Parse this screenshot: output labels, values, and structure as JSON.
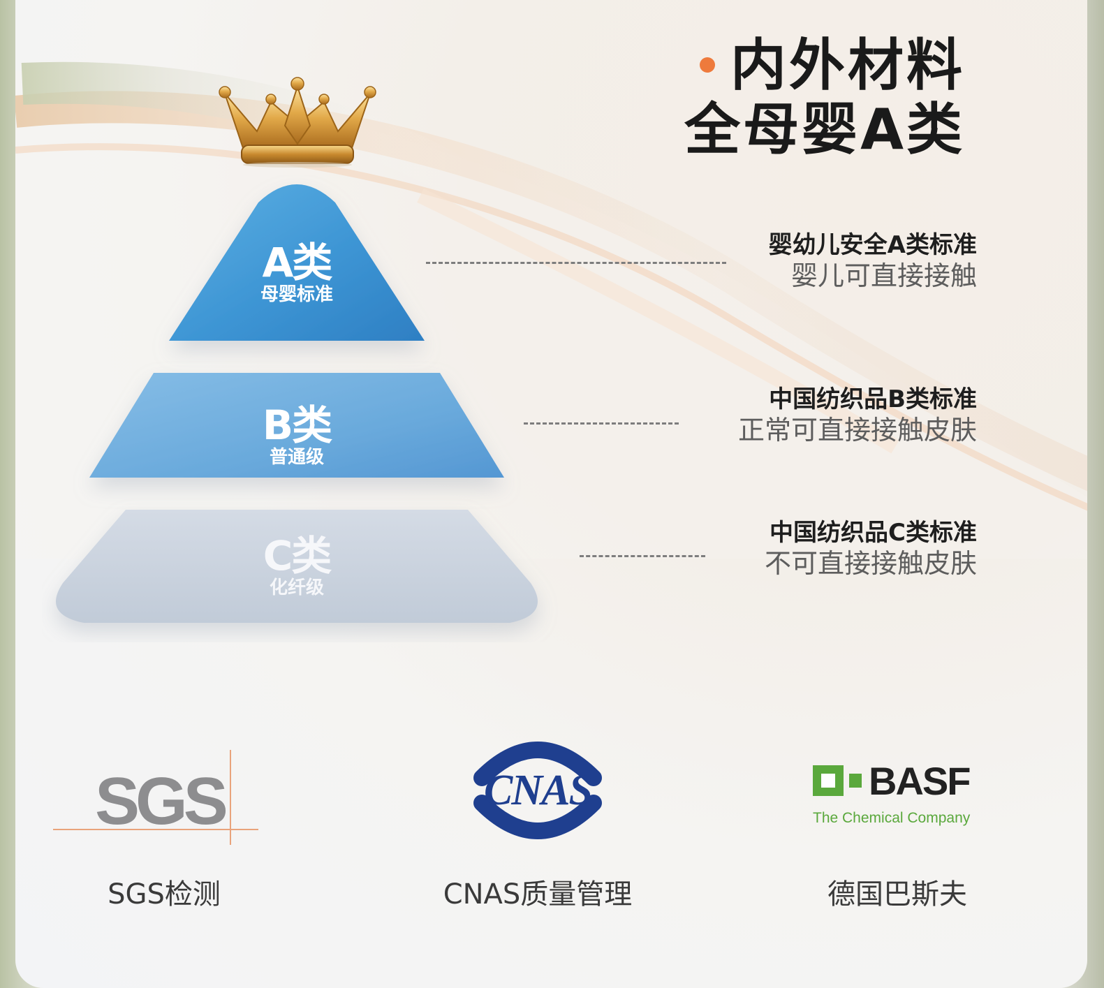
{
  "title": {
    "line1": "内外材料",
    "line2": "全母婴A类",
    "accent_color": "#ee7a3c"
  },
  "pyramid": {
    "tiers": [
      {
        "grade": "A类",
        "label": "母婴标准",
        "color": "#3f9ad6"
      },
      {
        "grade": "B类",
        "label": "普通级",
        "color": "#6eaee0"
      },
      {
        "grade": "C类",
        "label": "化纤级",
        "color": "#c8d1dd"
      }
    ],
    "crown_icon": "crown-icon"
  },
  "descriptions": [
    {
      "line1": "婴幼儿安全A类标准",
      "line2": "婴儿可直接接触"
    },
    {
      "line1": "中国纺织品B类标准",
      "line2": "正常可直接接触皮肤"
    },
    {
      "line1": "中国纺织品C类标准",
      "line2": "不可直接接触皮肤"
    }
  ],
  "certifications": [
    {
      "logo_text": "SGS",
      "label": "SGS检测",
      "logo_color": "#8d8d8f"
    },
    {
      "logo_text": "CNAS",
      "label": "CNAS质量管理",
      "logo_color": "#1f3f8f"
    },
    {
      "logo_text": "BASF",
      "tagline": "The Chemical Company",
      "label": "德国巴斯夫",
      "logo_color": "#222222",
      "accent_color": "#5aa83c"
    }
  ]
}
